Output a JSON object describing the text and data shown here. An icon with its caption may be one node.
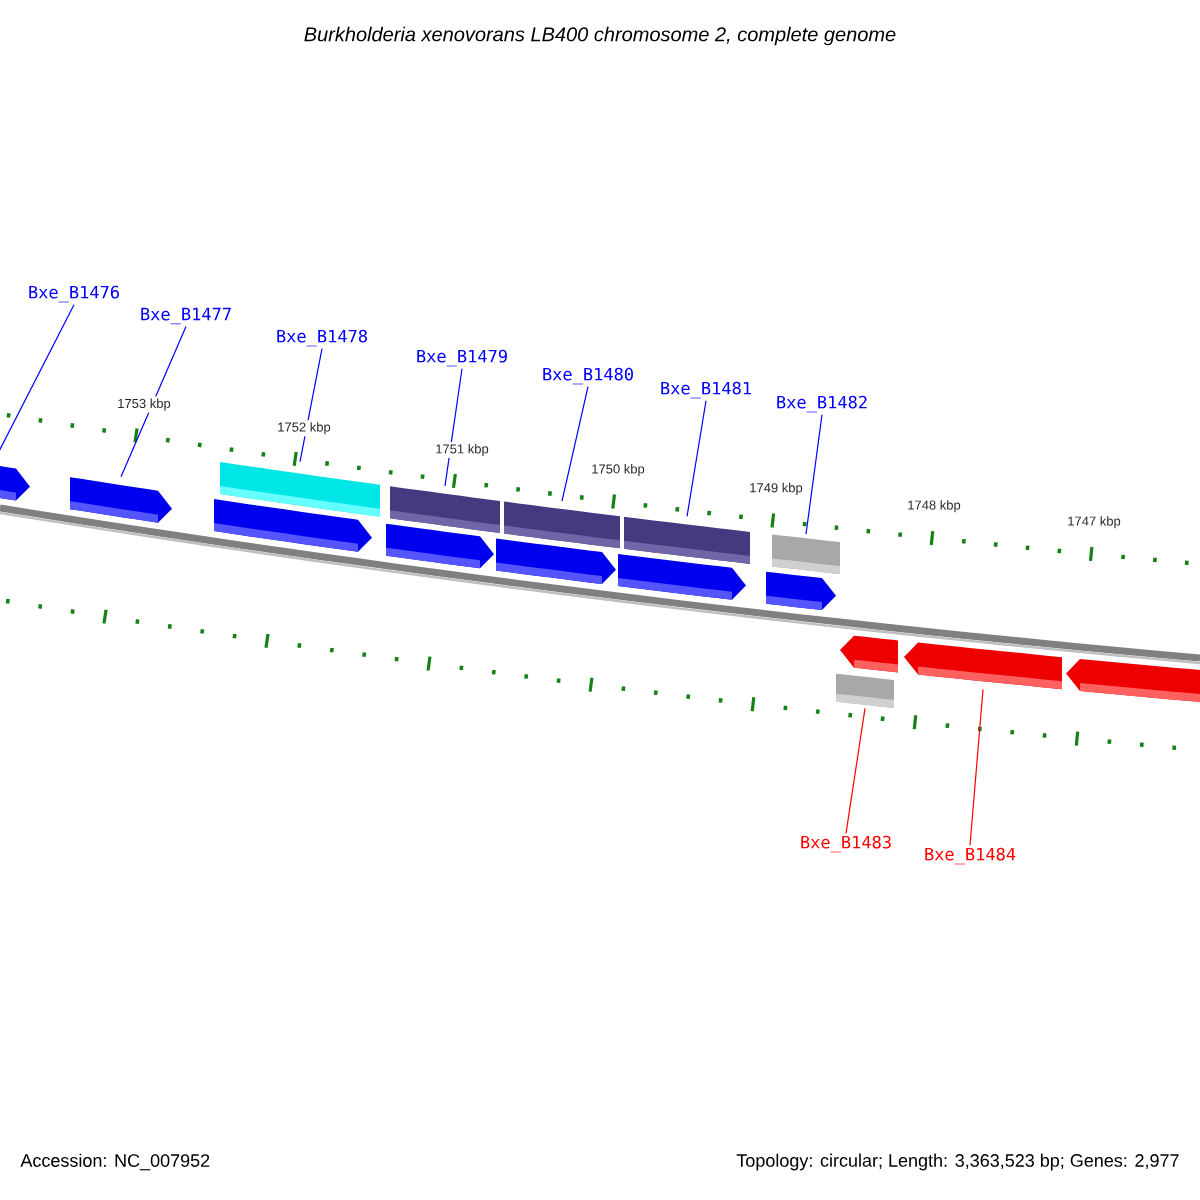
{
  "diagram": {
    "title": "Burkholderia xenovorans LB400 chromosome 2, complete genome",
    "nodes": [
      {
        "text": [
          "Bxe_B1476"
        ]
      },
      {
        "text": [
          "Bxe_B1477"
        ]
      },
      {
        "text": [
          "Bxe_B1478"
        ]
      },
      {
        "text": [
          "Bxe_B1479"
        ]
      },
      {
        "text": [
          "Bxe_B1480"
        ]
      },
      {
        "text": [
          "Bxe_B1481"
        ]
      },
      {
        "text": [
          "Bxe_B1482"
        ]
      },
      {
        "text": [
          "Bxe_B1483"
        ]
      },
      {
        "text": [
          "Bxe_B1484"
        ]
      },
      {
        "text": [],
        "shape": "bar"
      },
      {
        "text": [],
        "shape": "bar"
      },
      {
        "text": [],
        "shape": "bar"
      },
      {
        "text": [],
        "shape": "bar"
      },
      {
        "text": [],
        "shape": "bar"
      },
      {
        "text": [],
        "shape": "bar"
      },
      {
        "text": [],
        "shape": "bar"
      },
      {
        "text": [],
        "shape": "bar"
      },
      {
        "text": [],
        "shape": "bar"
      },
      {
        "text": [],
        "shape": "bar"
      },
      {
        "text": [],
        "shape": "bar"
      },
      {
        "text": [],
        "shape": "bar"
      },
      {
        "text": [],
        "shape": "bar"
      },
      {
        "text": [],
        "shape": "bar"
      },
      {
        "text": [],
        "shape": "bar"
      },
      {
        "text": [],
        "shape": "bar"
      }
    ],
    "edges": [
      {
        "from": 0,
        "to": 9,
        "arrow": "none"
      },
      {
        "from": 1,
        "to": 10,
        "arrow": "none"
      },
      {
        "from": 2,
        "to": 12,
        "arrow": "none"
      },
      {
        "from": 3,
        "to": 14,
        "arrow": "none"
      },
      {
        "from": 4,
        "to": 16,
        "arrow": "none"
      },
      {
        "from": 5,
        "to": 18,
        "arrow": "none"
      },
      {
        "from": 6,
        "to": 20,
        "arrow": "none"
      },
      {
        "from": 7,
        "to": 21,
        "arrow": "none",
        "color": "#ff0000"
      },
      {
        "from": 8,
        "to": 23,
        "arrow": "none",
        "color": "#ff0000"
      }
    ],
    "labels": [
      "1753 kbp",
      "1752 kbp",
      "1751 kbp",
      "1750 kbp",
      "1749 kbp",
      "1748 kbp",
      "1747 kbp",
      "Accession: NC_007952",
      "Topology: circular; Length: 3,363,523 bp; Genes: 2,977"
    ]
  }
}
